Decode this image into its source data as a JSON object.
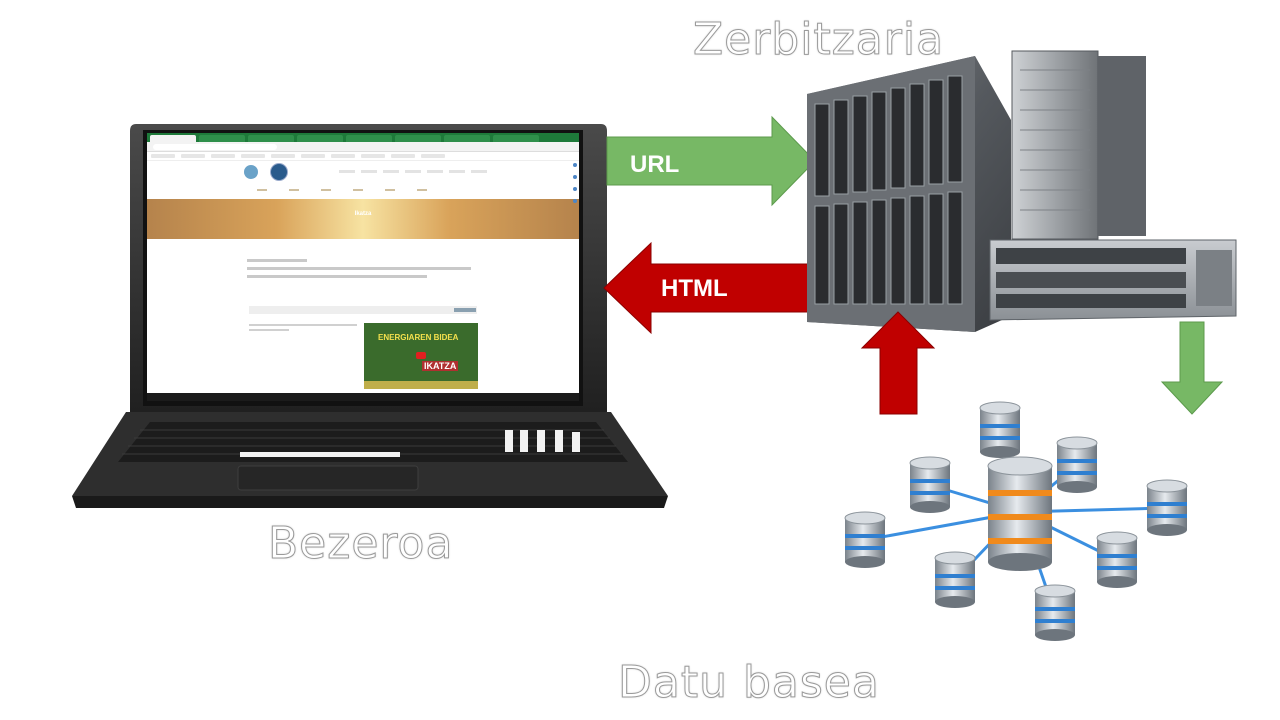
{
  "labels": {
    "server": "Zerbitzaria",
    "client": "Bezeroa",
    "database": "Datu basea",
    "request_arrow": "URL",
    "response_arrow": "HTML"
  },
  "browser_page": {
    "hero_title": "Ikatza",
    "promo_title": "ENERGIAREN BIDEA",
    "promo_badge": "IKATZA"
  },
  "colors": {
    "request_arrow": "#77b865",
    "response_arrow": "#c00000",
    "db_arrow": "#77b865",
    "laptop_body": "#2b2b2b",
    "server_body": "#5b5e62",
    "db_cylinder": "#9aa3ab",
    "db_band": "#2f7fd0",
    "db_center_band": "#f08a1c",
    "db_link": "#3b8fe0"
  }
}
